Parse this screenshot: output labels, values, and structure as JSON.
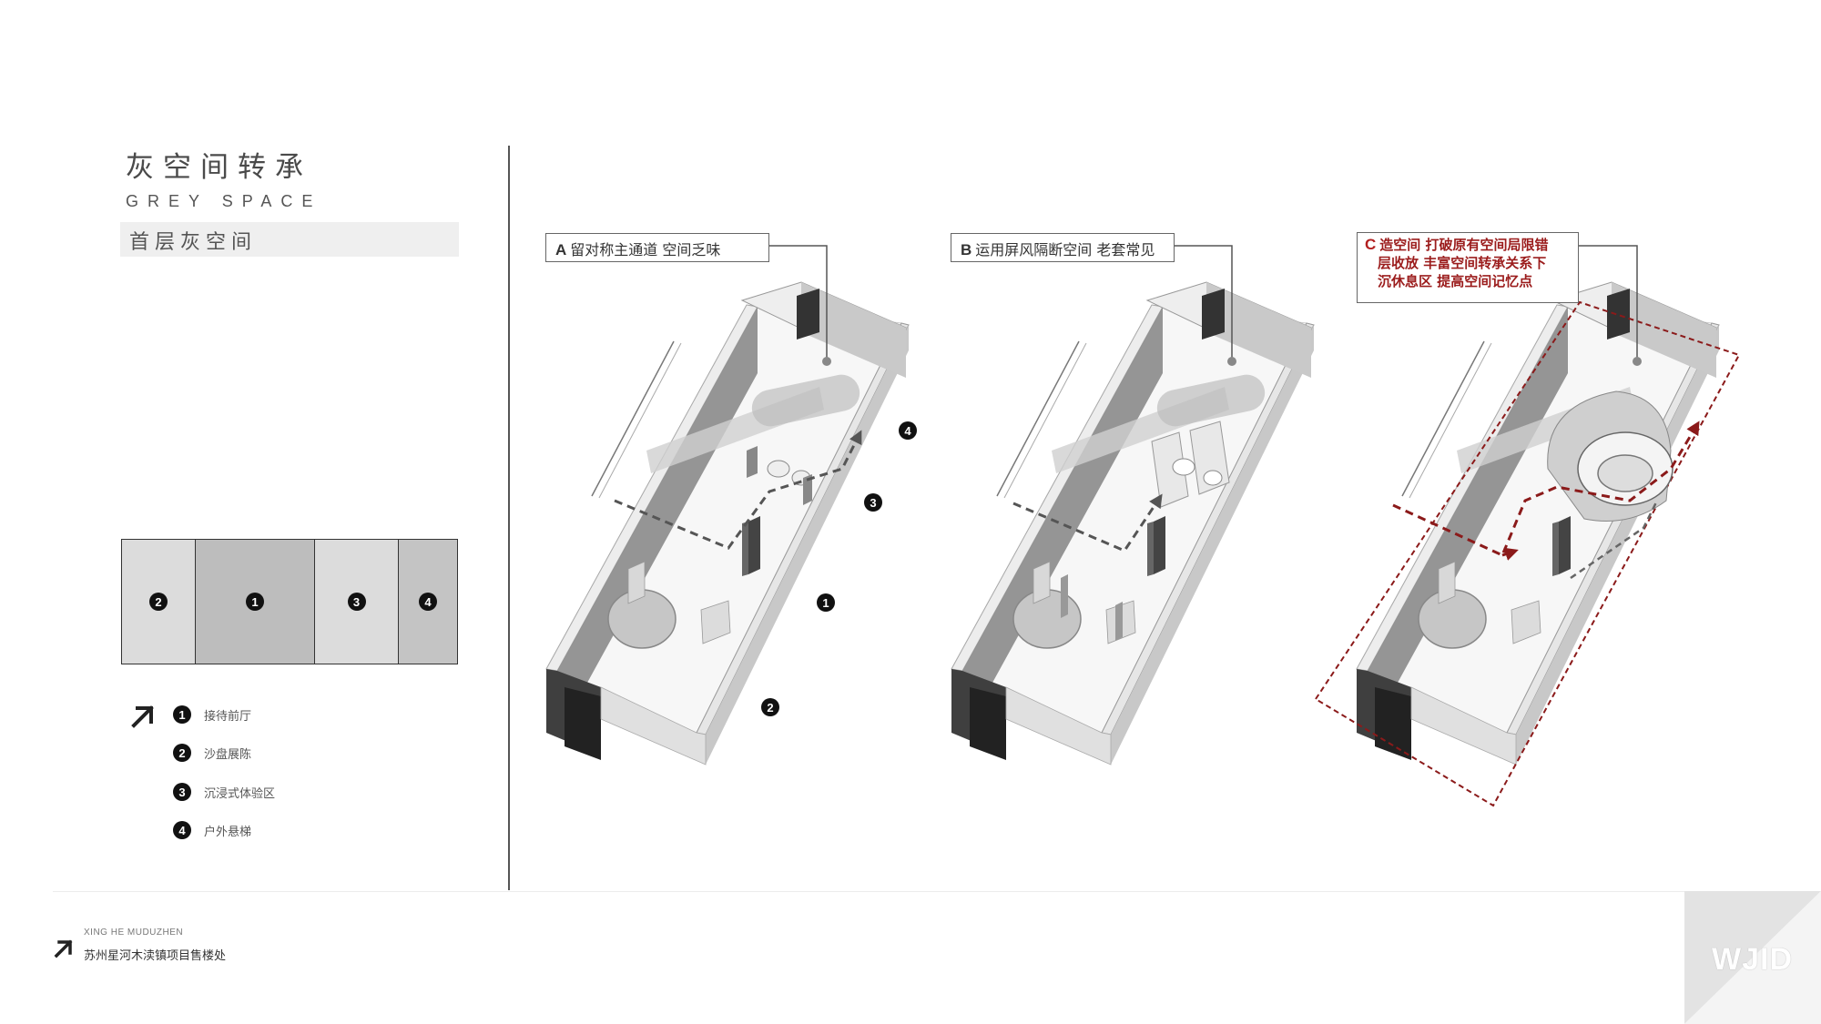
{
  "header": {
    "title_cn": "灰空间转承",
    "title_en": "GREY SPACE",
    "subtitle": "首层灰空间"
  },
  "plan_key": {
    "cells": [
      {
        "num": "2",
        "color": "#dcdcdc"
      },
      {
        "num": "1",
        "color": "#bdbdbd"
      },
      {
        "num": "3",
        "color": "#dcdcdc"
      },
      {
        "num": "4",
        "color": "#c4c4c4"
      }
    ]
  },
  "legend": {
    "arrow_icon": "north-east-arrow-icon",
    "items": [
      {
        "num": "1",
        "label": "接待前厅"
      },
      {
        "num": "2",
        "label": "沙盘展陈"
      },
      {
        "num": "3",
        "label": "沉浸式体验区"
      },
      {
        "num": "4",
        "label": "户外悬梯"
      }
    ]
  },
  "diagrams": [
    {
      "letter": "A",
      "text": "留对称主通道 空间乏味",
      "markers": [
        "4",
        "3",
        "1",
        "2"
      ]
    },
    {
      "letter": "B",
      "text": "运用屏风隔断空间 老套常见"
    },
    {
      "letter": "C",
      "lines": [
        "造空间 打破原有空间局限错",
        "层收放 丰富空间转承关系下",
        "沉休息区 提高空间记忆点"
      ],
      "accent": "#9b1c1c"
    }
  ],
  "footer": {
    "project_en": "XING HE MUDUZHEN",
    "project_cn": "苏州星河木渎镇项目售楼处",
    "logo_text": "WJID"
  }
}
